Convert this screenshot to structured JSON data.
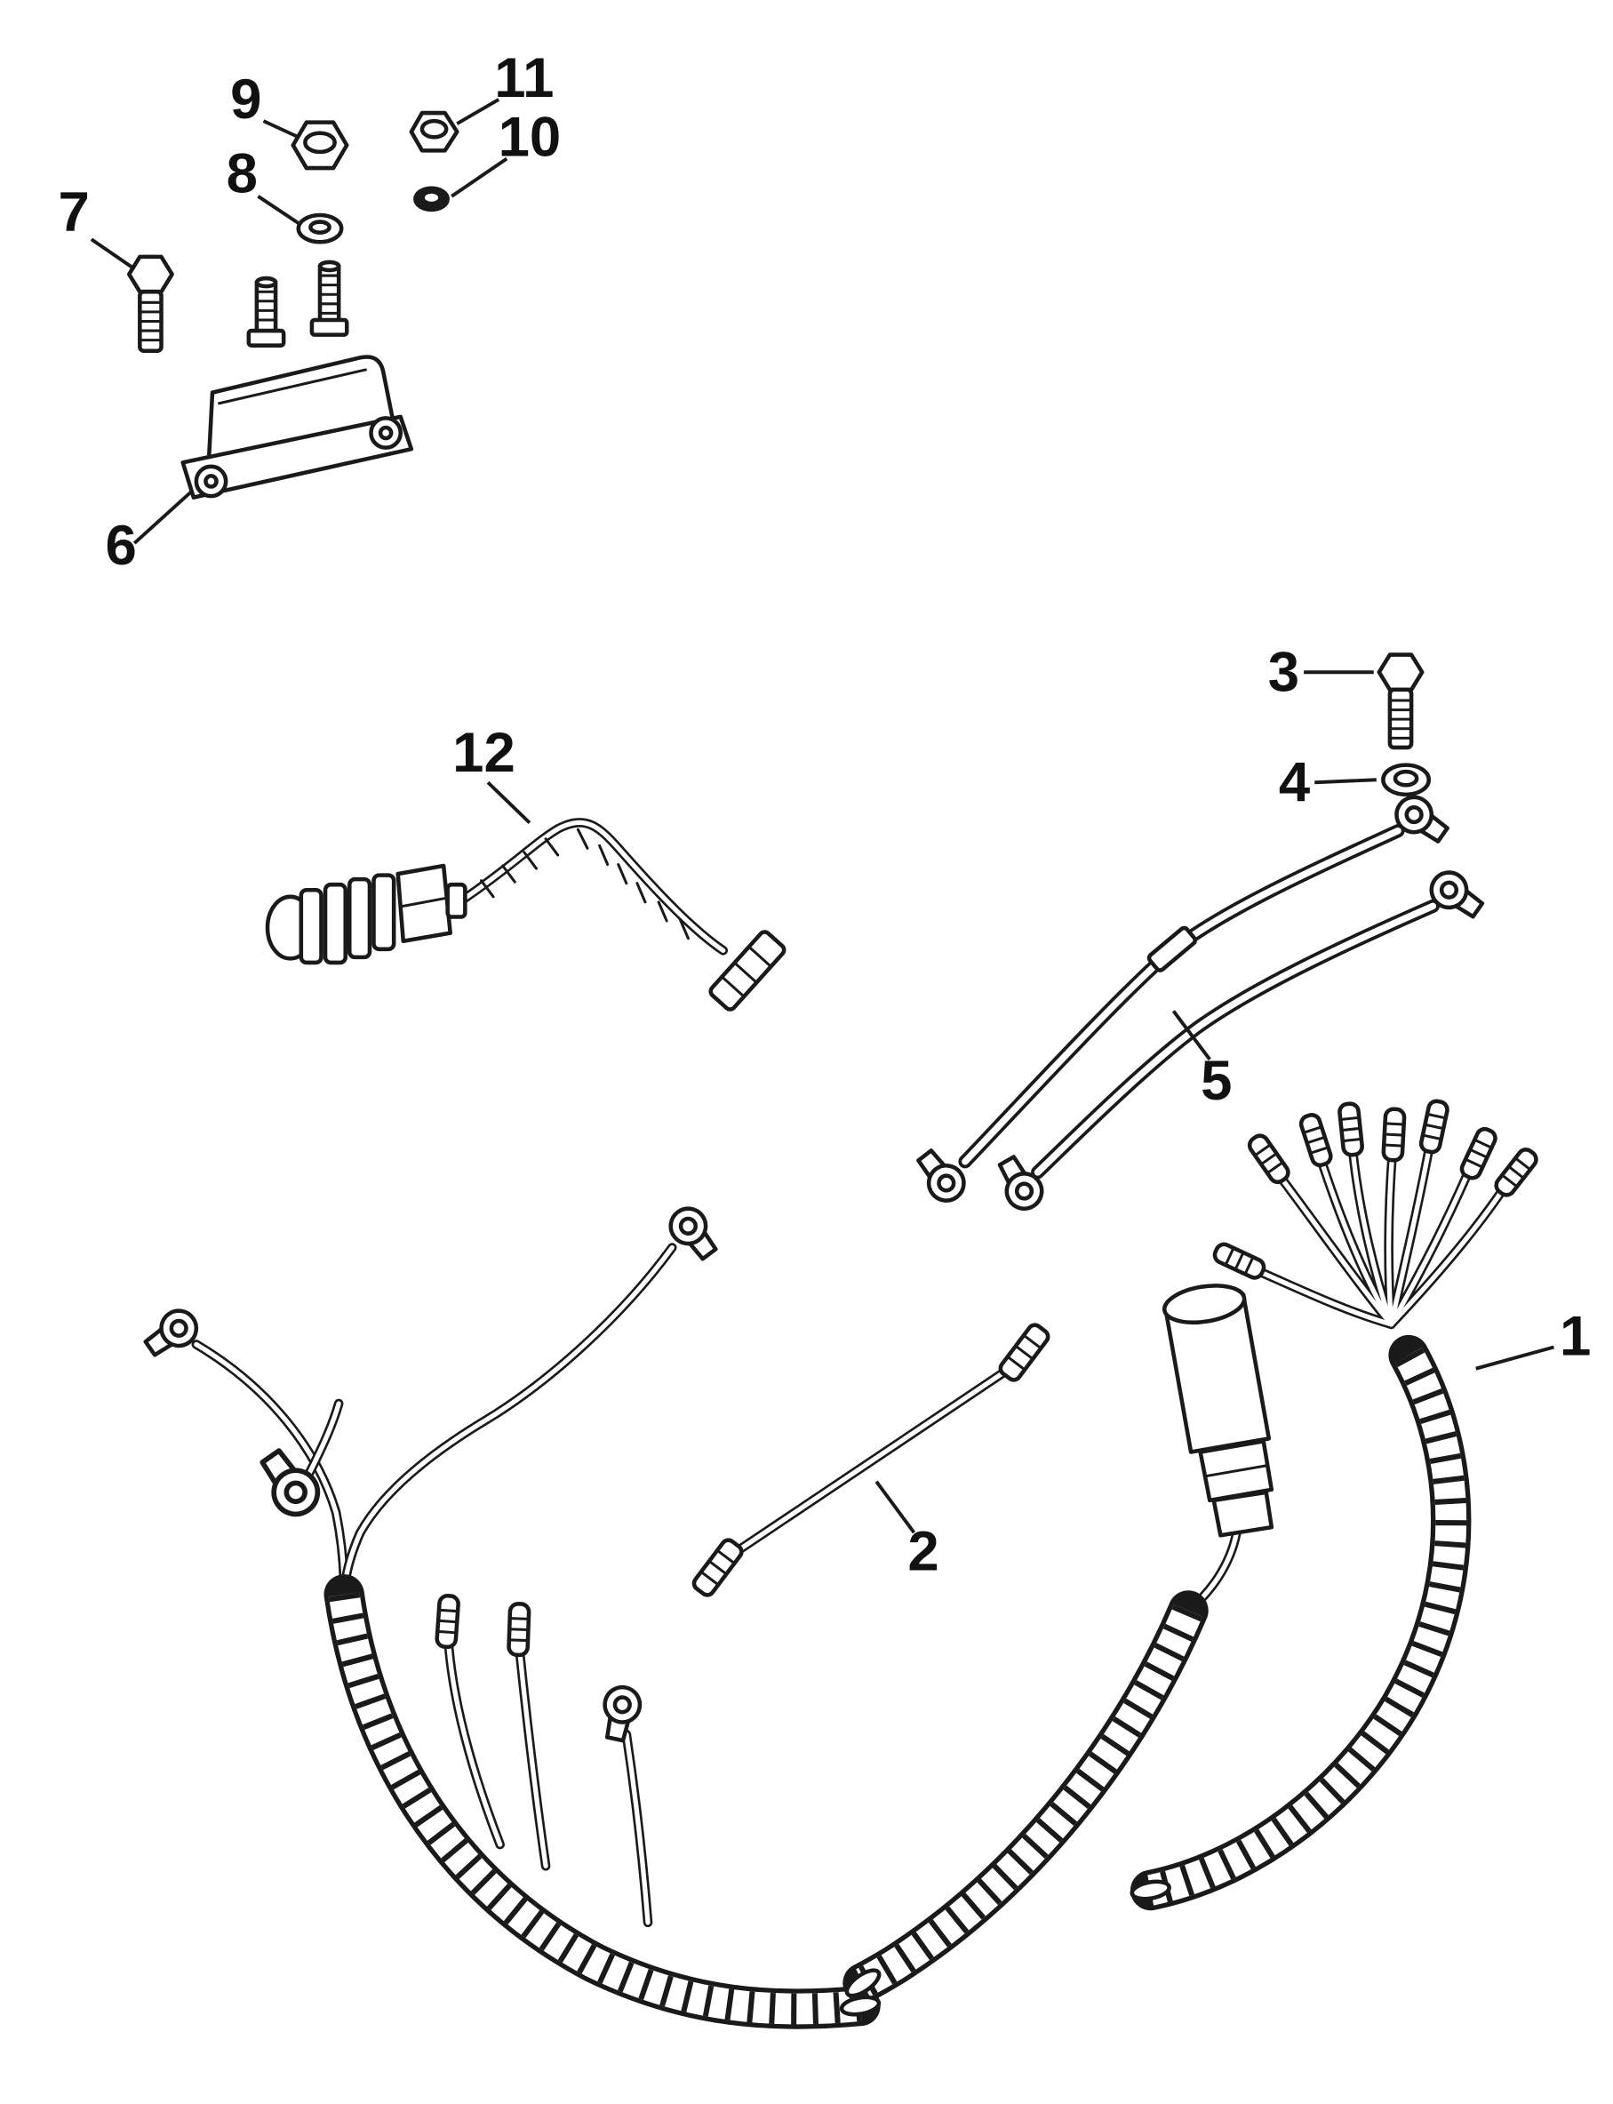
{
  "figure": {
    "type": "exploded-parts-diagram",
    "colors": {
      "ink": "#1a1a1a",
      "paper": "#ffffff"
    }
  },
  "labels": {
    "n1": "1",
    "n2": "2",
    "n3": "3",
    "n4": "4",
    "n5": "5",
    "n6": "6",
    "n7": "7",
    "n8": "8",
    "n9": "9",
    "n10": "10",
    "n11": "11",
    "n12": "12"
  }
}
